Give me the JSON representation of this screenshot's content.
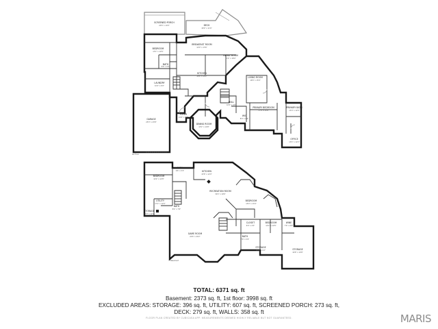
{
  "summary": {
    "total": "TOTAL: 6371 sq. ft",
    "line1": "Basement: 2373 sq. ft, 1st floor: 3998 sq. ft",
    "line2": "EXCLUDED AREAS: STORAGE: 396 sq. ft, UTILITY: 607 sq. ft, SCREENED PORCH: 273 sq. ft,",
    "line3": "DECK: 279 sq. ft, WALLS: 358 sq. ft",
    "footnote": "FLOOR PLAN CREATED BY CUBICASA APP. MEASUREMENTS DEEMED HIGHLY RELIABLE BUT NOT GUARANTEED."
  },
  "brand": "MARIS",
  "floor_labels": {
    "upper": "1st Floor",
    "lower": "Basement"
  },
  "rooms_first_floor": [
    {
      "name": "SCREENED PORCH",
      "dim": "24'6\" x 14'0\""
    },
    {
      "name": "DECK",
      "dim": "18'9\" x 11'6\""
    },
    {
      "name": "BEDROOM",
      "dim": "13'2\" x 12'6\""
    },
    {
      "name": "BATH",
      "dim": "8'6\" x 6'4\""
    },
    {
      "name": "BREAKFAST ROOM",
      "dim": "14'0\" x 13'6\""
    },
    {
      "name": "FAMILY ROOM",
      "dim": "21'4\" x 18'0\""
    },
    {
      "name": "KITCHEN",
      "dim": "18'8\" x 14'2\""
    },
    {
      "name": "LAUNDRY",
      "dim": "10'4\" x 8'2\""
    },
    {
      "name": "LIVING ROOM",
      "dim": "16'6\" x 15'0\""
    },
    {
      "name": "GARAGE",
      "dim": "25'0\" x 23'8\""
    },
    {
      "name": "DINING ROOM",
      "dim": "15'2\" x 14'8\""
    },
    {
      "name": "FOYER",
      "dim": "12'6\" x 9'4\""
    },
    {
      "name": "PRIMARY BEDROOM",
      "dim": "17'8\" x 15'6\""
    },
    {
      "name": "PRIMARY BATH",
      "dim": "13'0\" x 12'0\""
    },
    {
      "name": "WIC",
      "dim": "8'0\" x 6'6\""
    },
    {
      "name": "HALL",
      "dim": "10'0\" x 4'0\""
    },
    {
      "name": "OFFICE",
      "dim": "13'4\" x 12'2\""
    }
  ],
  "rooms_basement": [
    {
      "name": "BEDROOM",
      "dim": "14'4\" x 12'8\""
    },
    {
      "name": "BATH",
      "dim": "9'6\" x 5'2\""
    },
    {
      "name": "KITCHEN",
      "dim": "15'8\" x 12'0\""
    },
    {
      "name": "RECREATION ROOM",
      "dim": "32'4\" x 19'6\""
    },
    {
      "name": "UTILITY",
      "dim": "17'2\" x 12'0\""
    },
    {
      "name": "BEDROOM",
      "dim": "15'0\" x 13'4\""
    },
    {
      "name": "BATH",
      "dim": "8'4\" x 7'6\""
    },
    {
      "name": "STORAGE",
      "dim": "22'0\" x 12'4\""
    },
    {
      "name": "BEDROOM",
      "dim": "14'2\" x 12'6\""
    },
    {
      "name": "STORAGE",
      "dim": "16'8\" x 10'8\""
    },
    {
      "name": "CLOSET",
      "dim": "6'0\" x 4'2\""
    },
    {
      "name": "BATH",
      "dim": "7'8\" x 5'0\""
    },
    {
      "name": "STORAGE",
      "dim": "9'10\" x 6'2\""
    },
    {
      "name": "GAME ROOM",
      "dim": "24'6\" x 20'2\""
    },
    {
      "name": "WINE",
      "dim": "7'6\" x 6'0\""
    }
  ]
}
